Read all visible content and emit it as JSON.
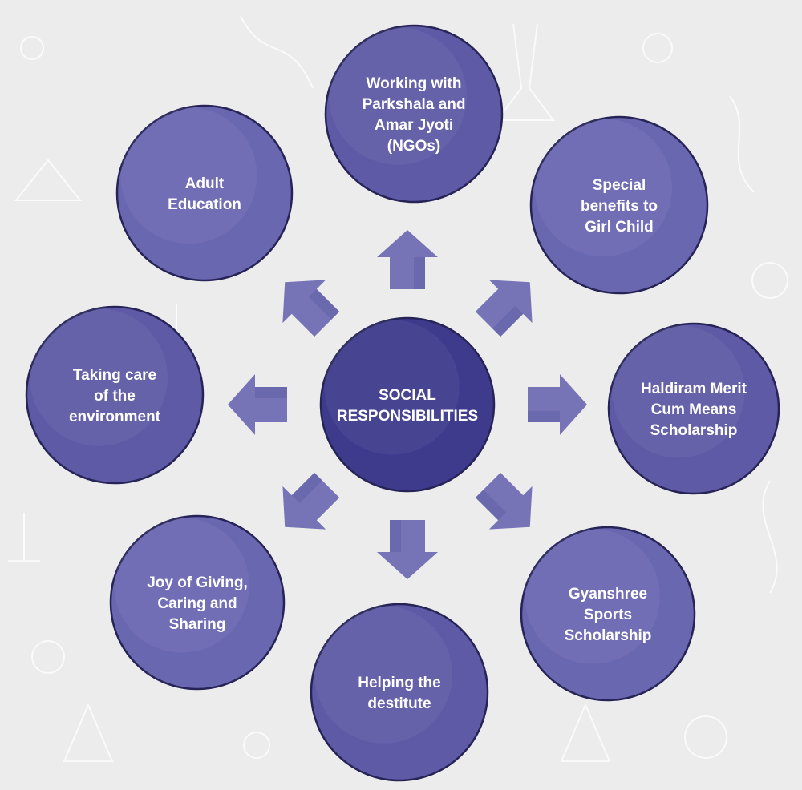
{
  "colors": {
    "background": "#ececec",
    "center_fill": "#3e3a8c",
    "outer_fill": "#5e5aa6",
    "outer_fill_light": "#6a67b1",
    "circle_border": "#262456",
    "arrow_fill": "#7674b6",
    "arrow_fill_dark": "#4a4896",
    "label_color": "#ffffff"
  },
  "center": {
    "lines": [
      "SOCIAL",
      "RESPONSIBILITIES"
    ]
  },
  "items": [
    {
      "id": "ngos",
      "lines": [
        "Working with",
        "Parkshala and",
        "Amar Jyoti",
        "(NGOs)"
      ]
    },
    {
      "id": "girl-child",
      "lines": [
        "Special",
        "benefits to",
        "Girl Child"
      ]
    },
    {
      "id": "haldiram",
      "lines": [
        "Haldiram Merit",
        "Cum Means",
        "Scholarship"
      ]
    },
    {
      "id": "gyanshree",
      "lines": [
        "Gyanshree",
        "Sports",
        "Scholarship"
      ]
    },
    {
      "id": "destitute",
      "lines": [
        "Helping the",
        "destitute"
      ]
    },
    {
      "id": "joy-of-giving",
      "lines": [
        "Joy of Giving,",
        "Caring and",
        "Sharing"
      ]
    },
    {
      "id": "environment",
      "lines": [
        "Taking care",
        "of the",
        "environment"
      ]
    },
    {
      "id": "adult-education",
      "lines": [
        "Adult",
        "Education"
      ]
    }
  ]
}
